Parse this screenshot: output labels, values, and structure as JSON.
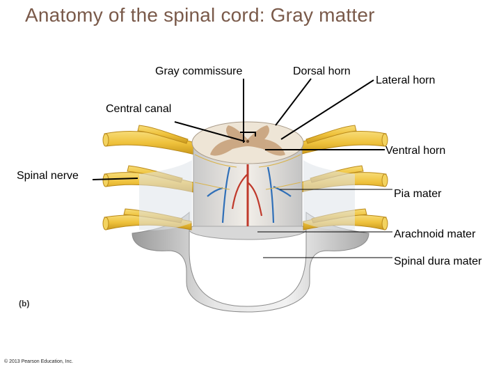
{
  "title": "Anatomy of the spinal cord: Gray matter",
  "labels": {
    "gray_commissure": "Gray commissure",
    "dorsal_horn": "Dorsal horn",
    "lateral_horn": "Lateral horn",
    "central_canal": "Central canal",
    "ventral_horn": "Ventral horn",
    "spinal_nerve": "Spinal nerve",
    "pia_mater": "Pia mater",
    "arachnoid_mater": "Arachnoid mater",
    "spinal_dura_mater": "Spinal dura mater"
  },
  "panel_label": "(b)",
  "copyright": "© 2013 Pearson Education, Inc.",
  "colors": {
    "title": "#7a5a4a",
    "nerve": "#f0c640",
    "gray_matter": "#c8a27c",
    "white_matter": "#eee5d6",
    "dura": "#d6d6d6",
    "artery": "#c0392b",
    "vein": "#2f6fb8"
  }
}
